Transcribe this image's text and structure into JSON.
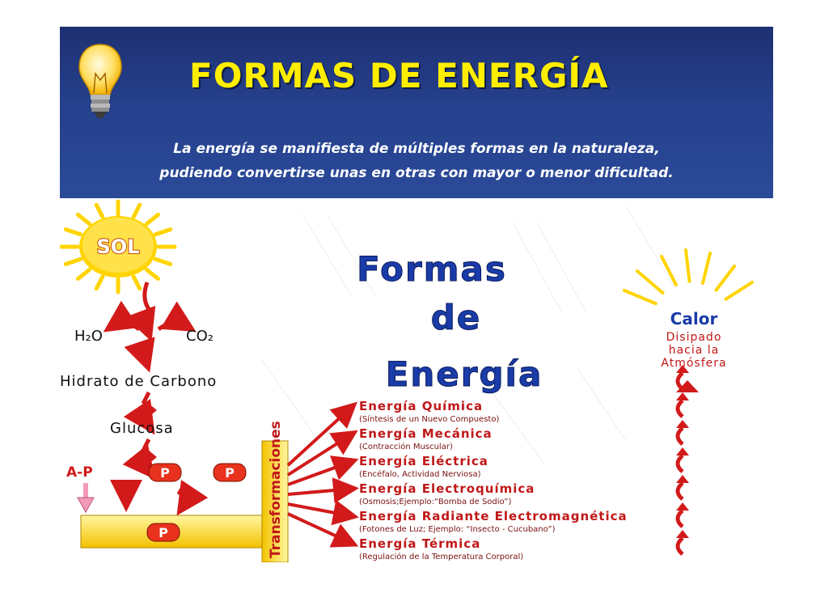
{
  "banner": {
    "title": "FORMAS DE ENERGÍA",
    "subtitle_line1": "La energía se manifiesta de múltiples formas en la naturaleza,",
    "subtitle_line2": "pudiendo convertirse unas en otras con mayor o menor dificultad."
  },
  "diagram": {
    "sun_label": "SOL",
    "h2o": "H₂O",
    "co2": "CO₂",
    "carbohydrate": "Hidrato de Carbono",
    "glucose": "Glucosa",
    "ap": "A-P",
    "p": "P",
    "center_title_1": "Formas",
    "center_title_2": "de",
    "center_title_3": "Energía",
    "transform_label": "Transformaciones",
    "heat_title": "Calor",
    "heat_line1": "Disipado",
    "heat_line2": "hacia la",
    "heat_line3": "Atmósfera",
    "energies": [
      {
        "name": "Energía Química",
        "detail": "(Síntesis de un Nuevo Compuesto)"
      },
      {
        "name": "Energía Mecánica",
        "detail": "(Contracción Muscular)"
      },
      {
        "name": "Energía Eléctrica",
        "detail": "(Encéfalo, Actividad Nerviosa)"
      },
      {
        "name": "Energía Electroquímica",
        "detail": "(Osmosis;Ejemplo:“Bomba de Sodio”)"
      },
      {
        "name": "Energía Radiante Electromagnética",
        "detail": "(Fotones de Luz; Ejemplo: “Insecto - Cucubano”)"
      },
      {
        "name": "Energía Térmica",
        "detail": "(Regulación de la Temperatura Corporal)"
      }
    ]
  },
  "colors": {
    "banner": "#25408c",
    "title": "#ffee00",
    "arrow_red": "#d21a1a",
    "sun": "#ffd400",
    "formas_blue": "#1a3ca8",
    "p_badge": "#e8321e"
  }
}
